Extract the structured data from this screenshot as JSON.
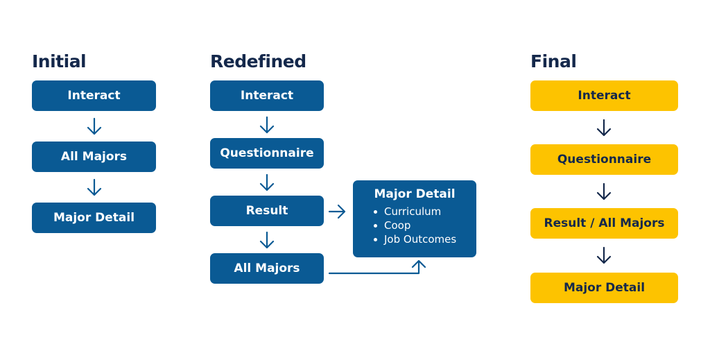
{
  "colors": {
    "blue": "#0a5a94",
    "yellow": "#fdc300",
    "title_navy": "#14284b"
  },
  "initial": {
    "title": "Initial",
    "steps": [
      "Interact",
      "All Majors",
      "Major Detail"
    ]
  },
  "redefined": {
    "title": "Redefined",
    "steps": [
      "Interact",
      "Questionnaire",
      "Result",
      "All Majors"
    ],
    "detail": {
      "title": "Major Detail",
      "items": [
        "Curriculum",
        "Coop",
        "Job Outcomes"
      ]
    }
  },
  "final": {
    "title": "Final",
    "steps": [
      "Interact",
      "Questionnaire",
      "Result / All Majors",
      "Major Detail"
    ]
  }
}
